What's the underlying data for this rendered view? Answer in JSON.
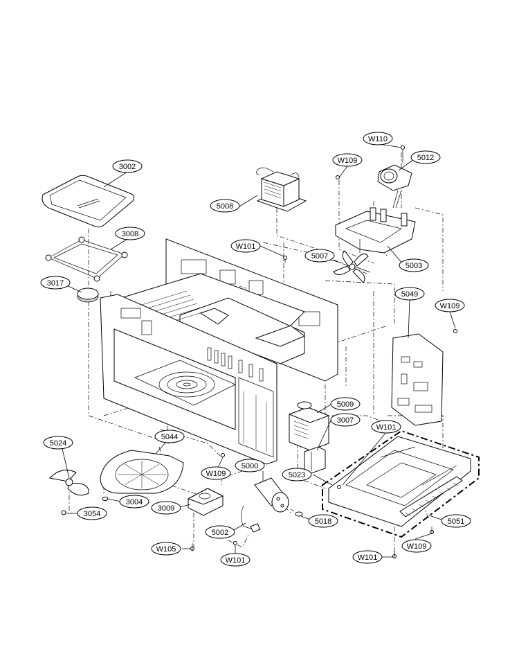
{
  "labels": {
    "w110": "W110",
    "w109_top": "W109",
    "p5012": "5012",
    "p3002": "3002",
    "p5008": "5008",
    "p3008": "3008",
    "w101_top": "W101",
    "p5007": "5007",
    "p5003": "5003",
    "p3017": "3017",
    "p5049": "5049",
    "w109_right": "W109",
    "p5009": "5009",
    "p3007": "3007",
    "w101_mid": "W101",
    "p5024": "5024",
    "p5044": "5044",
    "w109_mid": "W109",
    "p5000": "5000",
    "p5023": "5023",
    "p3004": "3004",
    "p3009": "3009",
    "p3054": "3054",
    "p5051": "5051",
    "p5002": "5002",
    "p5018": "5018",
    "w105": "W105",
    "w109_bottom": "W109",
    "w101_bl": "W101",
    "w101_br": "W101"
  }
}
